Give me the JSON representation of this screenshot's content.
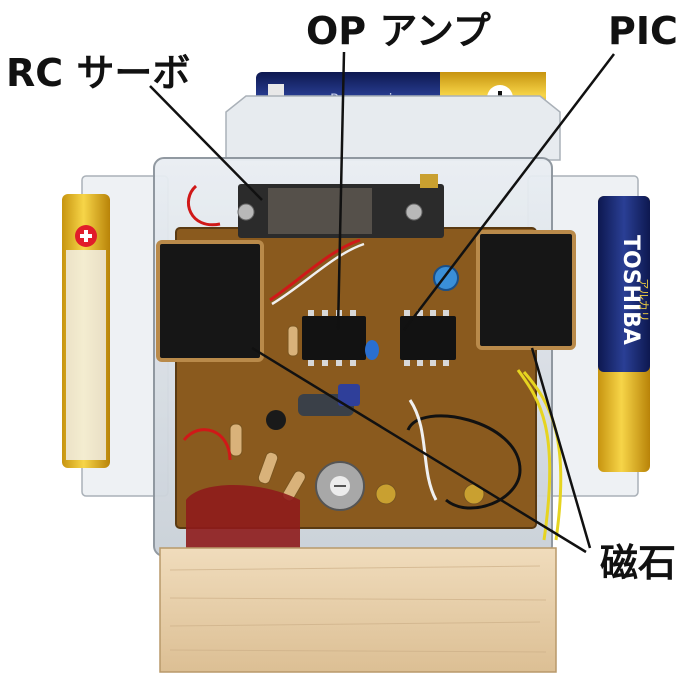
{
  "labels": {
    "rc_servo": "RC サーボ",
    "op_amp": "OP アンプ",
    "pic": "PIC",
    "magnet": "磁石"
  },
  "batteries": {
    "top_text": "Panasonic",
    "right_text": "TOSHIBA",
    "right_sub": "アルカリ"
  },
  "colors": {
    "background": "#ffffff",
    "pcb": "#8a5a1e",
    "battery_yellow": "#e3b81c",
    "battery_navy": "#1d2f7a",
    "magnet": "#161616",
    "wood": "#e8cfa8",
    "leader_line": "#111111"
  }
}
